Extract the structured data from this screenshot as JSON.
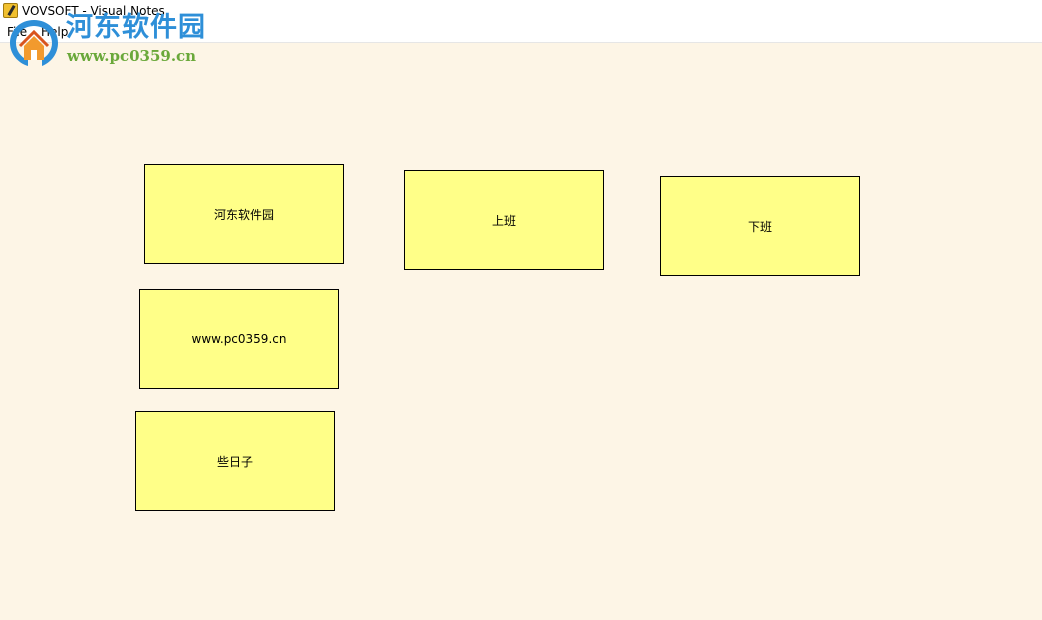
{
  "window": {
    "title": "VOVSOFT - Visual Notes"
  },
  "menu": {
    "file_label": "File",
    "help_label": "Help"
  },
  "watermark": {
    "site_name": "河东软件园",
    "url": "www.pc0359.cn"
  },
  "notes": [
    {
      "text": "河东软件园"
    },
    {
      "text": "上班"
    },
    {
      "text": "下班"
    },
    {
      "text": "www.pc0359.cn"
    },
    {
      "text": "些日子"
    }
  ],
  "colors": {
    "canvas_background": "#fdf5e6",
    "note_background": "#ffff88",
    "note_border": "#000000",
    "watermark_title": "#2e8fd8",
    "watermark_url": "#6aa83a"
  }
}
